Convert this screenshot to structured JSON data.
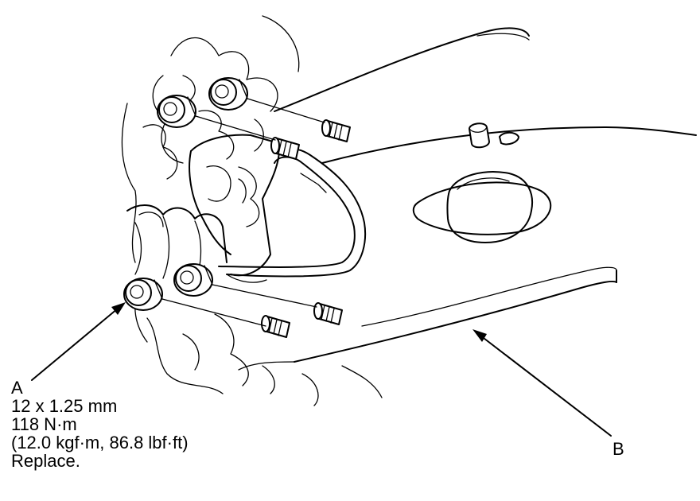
{
  "callouts": {
    "a": {
      "letter": "A",
      "size": "12 x 1.25 mm",
      "torque": "118 N·m",
      "torque_alt": "(12.0 kgf·m, 86.8 lbf·ft)",
      "note": "Replace."
    },
    "b": {
      "letter": "B"
    }
  },
  "colors": {
    "line": "#000000",
    "background": "#ffffff"
  }
}
